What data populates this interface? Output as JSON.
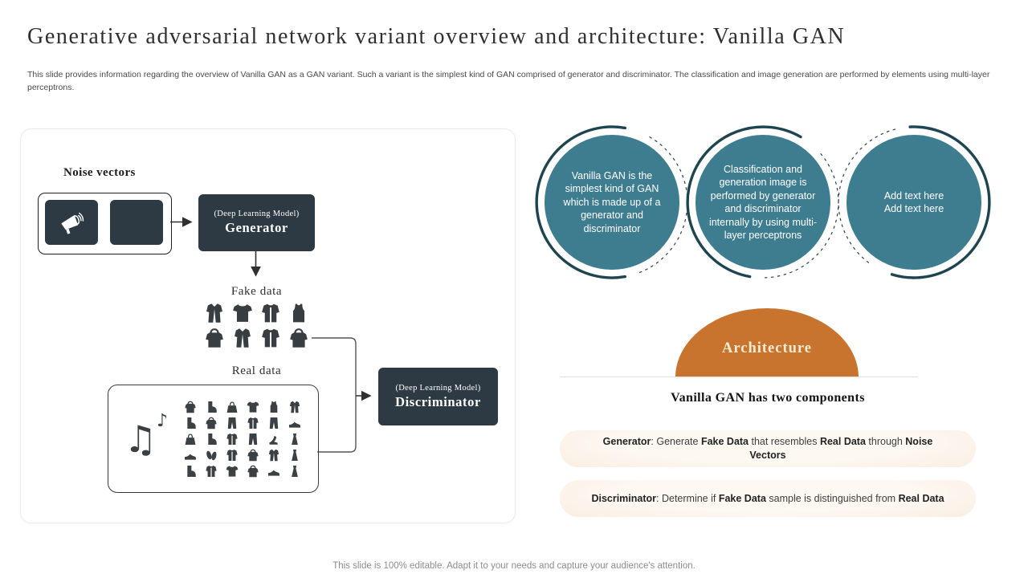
{
  "slide": {
    "title": "Generative adversarial network variant overview and architecture: Vanilla GAN",
    "subtitle": "This slide provides information regarding the overview of Vanilla GAN as a GAN variant. Such a variant is the simplest kind of GAN comprised of generator and discriminator. The classification and image generation are performed by elements using multi-layer perceptrons.",
    "footer": "This slide is 100% editable. Adapt it to your needs and capture your audience's attention."
  },
  "colors": {
    "teal_fill": "#3E7D90",
    "arc_dark": "#1E4450",
    "orange": "#C8742F",
    "dark_slate_box": "#2D3A43",
    "pill_peach": "#F7E3D0"
  },
  "left_panel": {
    "noise_vectors_label": "Noise vectors",
    "generator_box": {
      "subtitle": "(Deep Learning Model)",
      "title": "Generator"
    },
    "discriminator_box": {
      "subtitle": "(Deep Learning Model)",
      "title": "Discriminator"
    },
    "fake_data_label": "Fake data",
    "real_data_label": "Real data",
    "music_glyph_big": "♫",
    "music_glyph_small": "♪",
    "fake_data": {
      "icon_rows": [
        [
          "coat",
          "tshirt",
          "jacket",
          "vest"
        ],
        [
          "hoodie",
          "coat",
          "jacket",
          "hoodie"
        ]
      ]
    },
    "real_data": {
      "icon_rows": [
        [
          "hoodie",
          "boot",
          "bag",
          "tshirt",
          "vest",
          "coat"
        ],
        [
          "boot",
          "hoodie",
          "pants",
          "jacket",
          "pants",
          "shoe"
        ],
        [
          "bag",
          "boot",
          "jacket",
          "pants",
          "heels",
          "dress"
        ],
        [
          "shoe",
          "flipflop",
          "jacket",
          "hoodie",
          "coat",
          "dress"
        ],
        [
          "boot",
          "jacket",
          "tshirt",
          "hoodie",
          "shoe",
          "dress"
        ]
      ]
    }
  },
  "right_panel": {
    "circles": [
      {
        "text": "Vanilla GAN is the simplest kind of GAN which is made up of a generator and discriminator"
      },
      {
        "text": "Classification and generation image is performed by generator and discriminator internally by using multi-layer perceptrons"
      },
      {
        "text": "Add text here\nAdd text here"
      }
    ],
    "architecture_label": "Architecture",
    "components_heading": "Vanilla GAN has two components",
    "component_pills": [
      {
        "segments": [
          {
            "text": "Generator",
            "bold": true
          },
          {
            "text": ": Generate ",
            "bold": false
          },
          {
            "text": "Fake Data",
            "bold": true
          },
          {
            "text": " that resembles ",
            "bold": false
          },
          {
            "text": "Real Data",
            "bold": true
          },
          {
            "text": " through ",
            "bold": false
          },
          {
            "text": "Noise Vectors",
            "bold": true
          }
        ]
      },
      {
        "segments": [
          {
            "text": "Discriminator",
            "bold": true
          },
          {
            "text": ": Determine if ",
            "bold": false
          },
          {
            "text": "Fake Data",
            "bold": true
          },
          {
            "text": " sample is distinguished from ",
            "bold": false
          },
          {
            "text": "Real Data",
            "bold": true
          }
        ]
      }
    ]
  }
}
